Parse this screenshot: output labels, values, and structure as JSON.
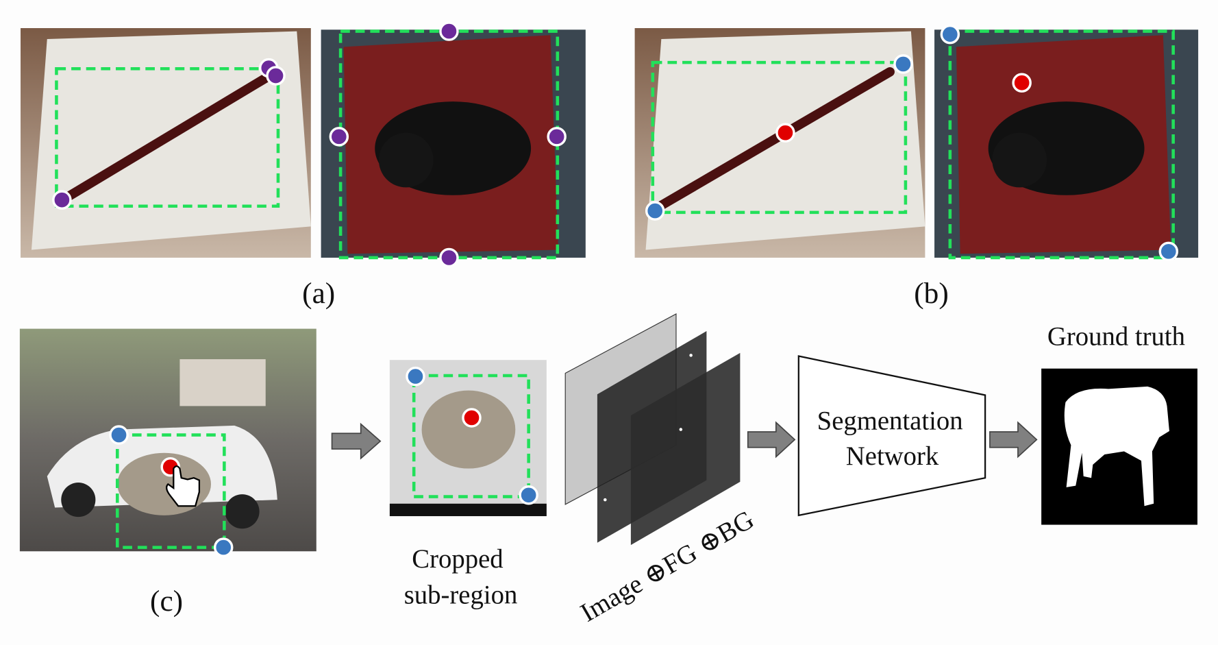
{
  "panels": {
    "a": {
      "label": "(a)"
    },
    "b": {
      "label": "(b)"
    },
    "c": {
      "label": "(c)",
      "crop_caption_line1": "Cropped",
      "crop_caption_line2": "sub-region",
      "input_caption": "Image ⊕FG ⊕BG",
      "network_line1": "Segmentation",
      "network_line2": "Network",
      "ground_truth_title": "Ground truth"
    }
  },
  "colors": {
    "bbox": "#22e05a",
    "extreme_point": "#6b2a9a",
    "corner_point": "#3a78c0",
    "click_point": "#e00000",
    "arrow": "#808080"
  }
}
